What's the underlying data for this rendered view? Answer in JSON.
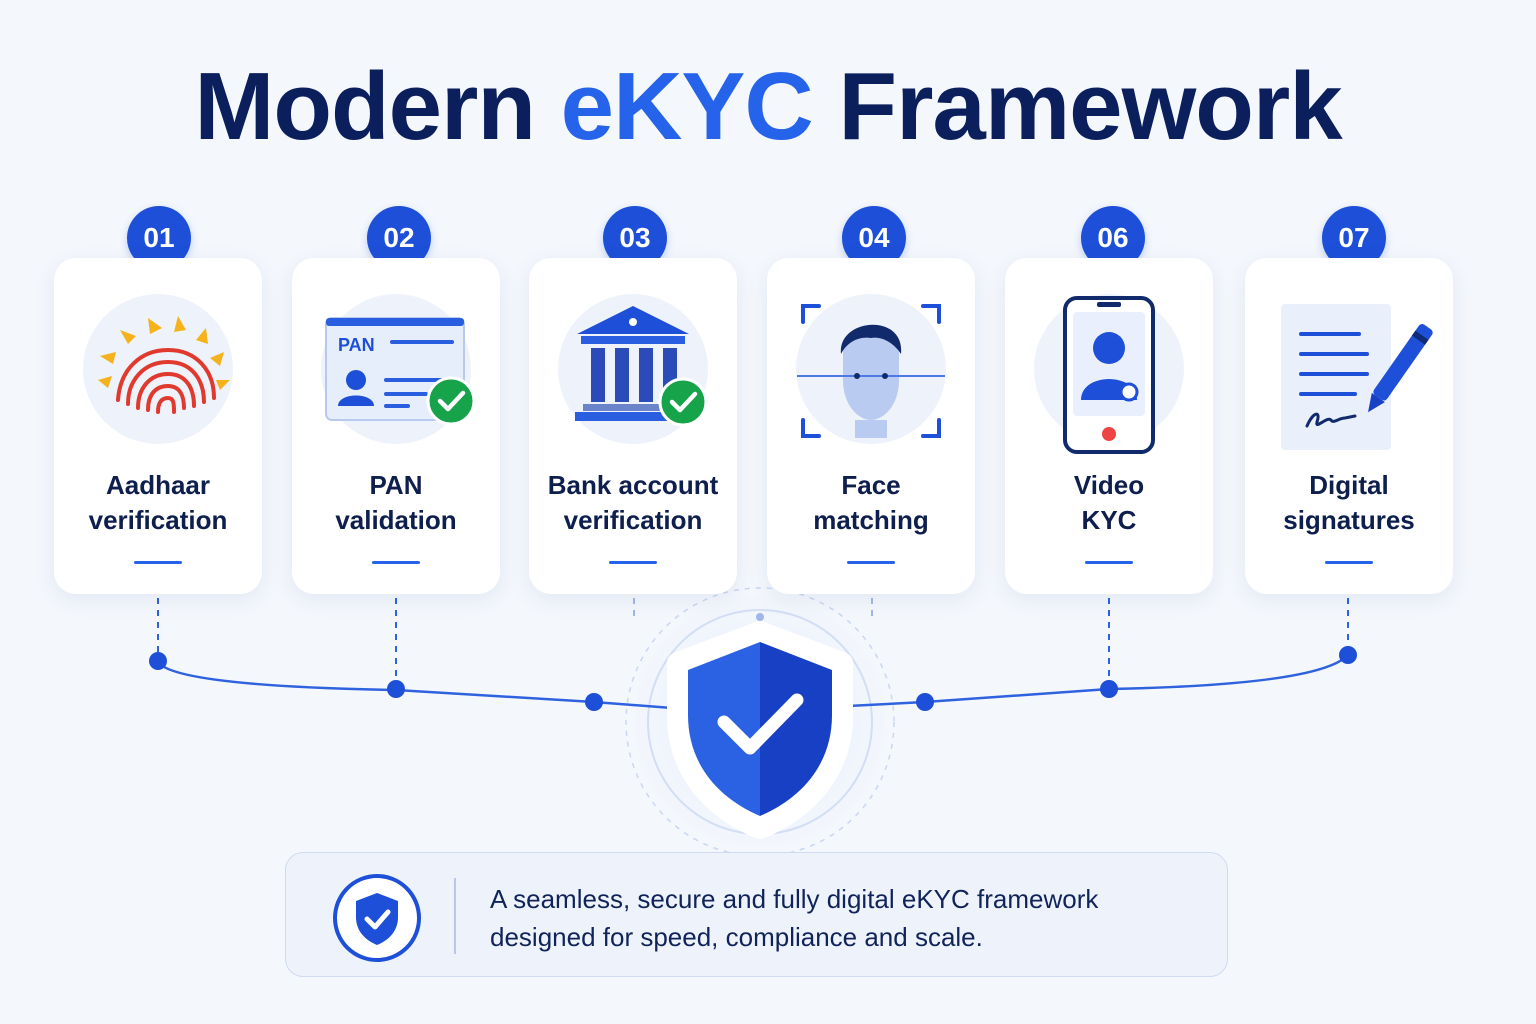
{
  "header": {
    "title_part1": "Modern ",
    "title_accent": "eKYC",
    "title_part2": " Framework"
  },
  "steps": [
    {
      "number": "01",
      "line1": "Aadhaar",
      "line2": "verification",
      "icon": "fingerprint-icon"
    },
    {
      "number": "02",
      "line1": "PAN",
      "line2": "validation",
      "icon": "pan-card-icon"
    },
    {
      "number": "03",
      "line1": "Bank account",
      "line2": "verification",
      "icon": "bank-icon"
    },
    {
      "number": "04",
      "line1": "Face",
      "line2": "matching",
      "icon": "face-scan-icon"
    },
    {
      "number": "06",
      "line1": "Video",
      "line2": "KYC",
      "icon": "smartphone-video-icon"
    },
    {
      "number": "07",
      "line1": "Digital",
      "line2": "signatures",
      "icon": "signature-pen-icon"
    }
  ],
  "pan_card": {
    "label": "PAN"
  },
  "footer": {
    "line1": "A seamless, secure and fully digital eKYC framework",
    "line2": "designed for speed, compliance and scale."
  },
  "colors": {
    "primary": "#1d4fd8",
    "accent": "#2563eb",
    "title": "#0b1f5c",
    "success": "#16a34a",
    "aadhaar_red": "#e03a2f",
    "aadhaar_yellow": "#f6b21a",
    "record_red": "#ef4444"
  }
}
